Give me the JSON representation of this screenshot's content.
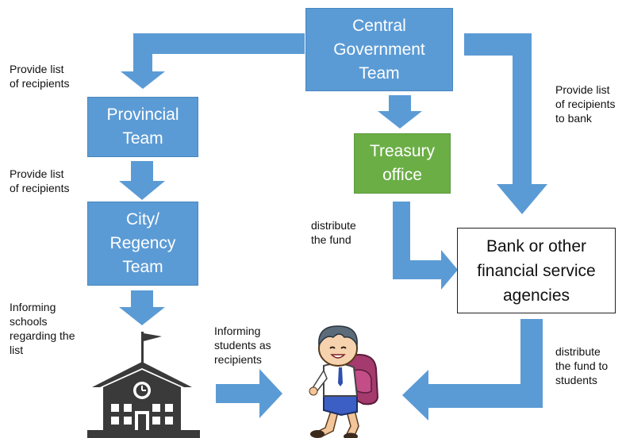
{
  "nodes": {
    "central": "Central\nGovernment\nTeam",
    "provincial": "Provincial\nTeam",
    "city": "City/\nRegency\nTeam",
    "treasury": "Treasury\noffice",
    "bank": "Bank or other\nfinancial service\nagencies"
  },
  "labels": {
    "provide_provincial": "Provide list\nof recipients",
    "provide_city": "Provide list\nof recipients",
    "provide_bank": "Provide list\nof recipients\nto bank",
    "distribute_fund": "distribute\nthe fund",
    "informing_schools": "Informing\nschools\nregarding the\nlist",
    "informing_students": "Informing\nstudents as\nrecipients",
    "distribute_students": "distribute\nthe fund to\nstudents"
  },
  "colors": {
    "arrow": "#5b9bd5",
    "box_blue": "#5b9bd5",
    "box_green": "#6bae46",
    "school": "#3a3a3a"
  },
  "icons": [
    "school-building-icon",
    "student-with-backpack-icon"
  ]
}
